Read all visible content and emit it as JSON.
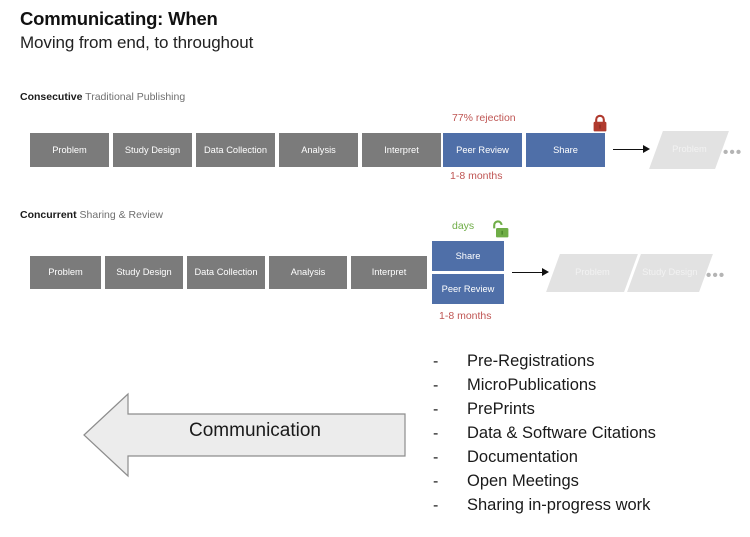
{
  "header": {
    "title": "Communicating: When",
    "subtitle": "Moving from end, to throughout"
  },
  "rows": [
    {
      "caption_strong": "Consecutive",
      "caption_rest": "Traditional Publishing",
      "gray_stages": [
        "Problem",
        "Study Design",
        "Data Collection",
        "Analysis",
        "Interpret"
      ],
      "blue_stages": [
        "Peer Review",
        "Share"
      ],
      "annotation_top": "77% rejection",
      "annotation_bottom": "1-8 months",
      "lock": {
        "name": "closed-lock-icon",
        "state": "closed",
        "color": "#b03a2e"
      },
      "future_stages": [
        "Problem"
      ],
      "dots": "•••"
    },
    {
      "caption_strong": "Concurrent",
      "caption_rest": "Sharing & Review",
      "gray_stages": [
        "Problem",
        "Study Design",
        "Data Collection",
        "Analysis",
        "Interpret"
      ],
      "blue_stages": [
        "Share",
        "Peer Review"
      ],
      "annotation_top": "days",
      "annotation_bottom": "1-8 months",
      "lock": {
        "name": "open-lock-icon",
        "state": "open",
        "color": "#6fad47"
      },
      "future_stages": [
        "Problem",
        "Study Design"
      ],
      "dots": "•••"
    }
  ],
  "communication": {
    "label": "Communication",
    "direction": "left"
  },
  "practices": {
    "dash": "-",
    "items": [
      "Pre-Registrations",
      "MicroPublications",
      "PrePrints",
      "Data & Software Citations",
      "Documentation",
      "Open Meetings",
      "Sharing in-progress work"
    ]
  },
  "colors": {
    "gray_stage": "#7b7b7b",
    "blue_stage": "#4f6fa8",
    "faded_stage": "#e2e2e2",
    "red_annotation": "#bf5553",
    "green_annotation": "#6fad47",
    "arrow_fill": "#ececec",
    "arrow_stroke": "#8d8d8d"
  }
}
